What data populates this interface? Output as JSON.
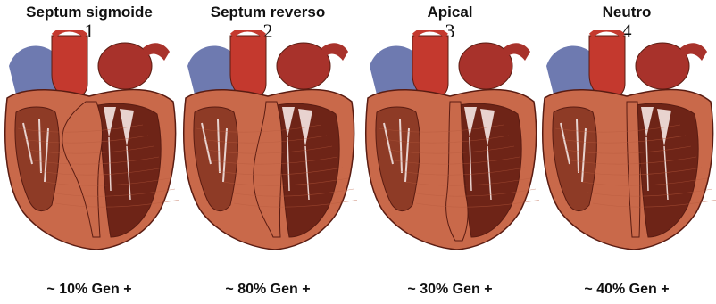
{
  "panels": [
    {
      "title": "Septum sigmoide",
      "number": "1",
      "caption": "~ 10% Gen +",
      "septum_bulge": "basal"
    },
    {
      "title": "Septum reverso",
      "number": "2",
      "caption": "~ 80% Gen +",
      "septum_bulge": "mid"
    },
    {
      "title": "Apical",
      "number": "3",
      "caption": "~ 30% Gen +",
      "septum_bulge": "apical"
    },
    {
      "title": "Neutro",
      "number": "4",
      "caption": "~ 40% Gen +",
      "septum_bulge": "none"
    }
  ],
  "colors": {
    "myocardium": "#c9694a",
    "myocardium_dark": "#8e3b26",
    "cavity": "#6e2417",
    "aorta": "#c4392e",
    "pulmonary": "#a8322b",
    "vena": "#6e7ab0",
    "valve": "#e8d3cf",
    "outline": "#5a1c12"
  }
}
